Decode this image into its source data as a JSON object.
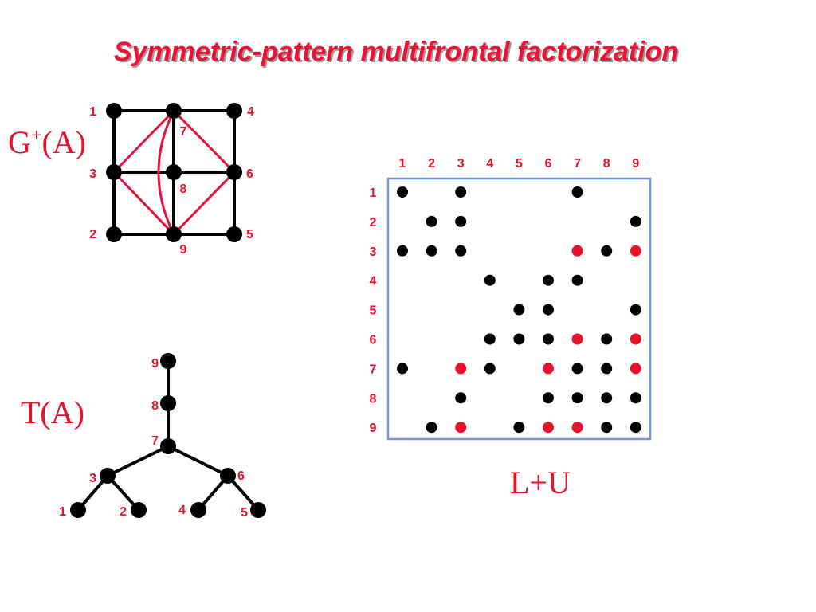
{
  "title": "Symmetric-pattern multifrontal factorization",
  "graph_label": "G",
  "graph_label_sup": "+",
  "graph_label_arg": "(A)",
  "tree_label": "T(A)",
  "matrix_label": "L+U",
  "colors": {
    "accent": "#e8102a",
    "edge": "#000000",
    "fill_edge": "#e8103a",
    "frame": "#6f96e8"
  },
  "graph": {
    "vertices": [
      "1",
      "7",
      "4",
      "3",
      "8",
      "6",
      "2",
      "9",
      "5"
    ],
    "edges": [
      [
        "1",
        "7"
      ],
      [
        "7",
        "4"
      ],
      [
        "3",
        "8"
      ],
      [
        "8",
        "6"
      ],
      [
        "2",
        "9"
      ],
      [
        "9",
        "5"
      ],
      [
        "1",
        "3"
      ],
      [
        "3",
        "2"
      ],
      [
        "7",
        "8"
      ],
      [
        "8",
        "9"
      ],
      [
        "4",
        "6"
      ],
      [
        "6",
        "5"
      ]
    ],
    "fill_edges": [
      [
        "7",
        "3"
      ],
      [
        "3",
        "9"
      ],
      [
        "7",
        "6"
      ],
      [
        "6",
        "9"
      ],
      [
        "7",
        "9"
      ]
    ]
  },
  "tree": {
    "nodes": [
      "9",
      "8",
      "7",
      "3",
      "6",
      "1",
      "2",
      "4",
      "5"
    ],
    "edges": [
      [
        "9",
        "8"
      ],
      [
        "8",
        "7"
      ],
      [
        "7",
        "3"
      ],
      [
        "7",
        "6"
      ],
      [
        "3",
        "1"
      ],
      [
        "3",
        "2"
      ],
      [
        "6",
        "4"
      ],
      [
        "6",
        "5"
      ]
    ]
  },
  "matrix": {
    "columns": [
      "1",
      "2",
      "3",
      "4",
      "5",
      "6",
      "7",
      "8",
      "9"
    ],
    "rows": [
      "1",
      "2",
      "3",
      "4",
      "5",
      "6",
      "7",
      "8",
      "9"
    ],
    "nonzeros": [
      [
        1,
        1
      ],
      [
        1,
        3
      ],
      [
        1,
        7
      ],
      [
        2,
        2
      ],
      [
        2,
        3
      ],
      [
        2,
        9
      ],
      [
        3,
        1
      ],
      [
        3,
        2
      ],
      [
        3,
        3
      ],
      [
        3,
        8
      ],
      [
        4,
        4
      ],
      [
        4,
        6
      ],
      [
        4,
        7
      ],
      [
        5,
        5
      ],
      [
        5,
        6
      ],
      [
        5,
        9
      ],
      [
        6,
        4
      ],
      [
        6,
        5
      ],
      [
        6,
        6
      ],
      [
        6,
        8
      ],
      [
        7,
        1
      ],
      [
        7,
        4
      ],
      [
        7,
        7
      ],
      [
        7,
        8
      ],
      [
        8,
        3
      ],
      [
        8,
        6
      ],
      [
        8,
        7
      ],
      [
        8,
        8
      ],
      [
        8,
        9
      ],
      [
        9,
        2
      ],
      [
        9,
        5
      ],
      [
        9,
        8
      ],
      [
        9,
        9
      ]
    ],
    "fill": [
      [
        3,
        7
      ],
      [
        3,
        9
      ],
      [
        6,
        7
      ],
      [
        6,
        9
      ],
      [
        7,
        3
      ],
      [
        7,
        6
      ],
      [
        7,
        9
      ],
      [
        9,
        3
      ],
      [
        9,
        6
      ],
      [
        9,
        7
      ]
    ]
  }
}
